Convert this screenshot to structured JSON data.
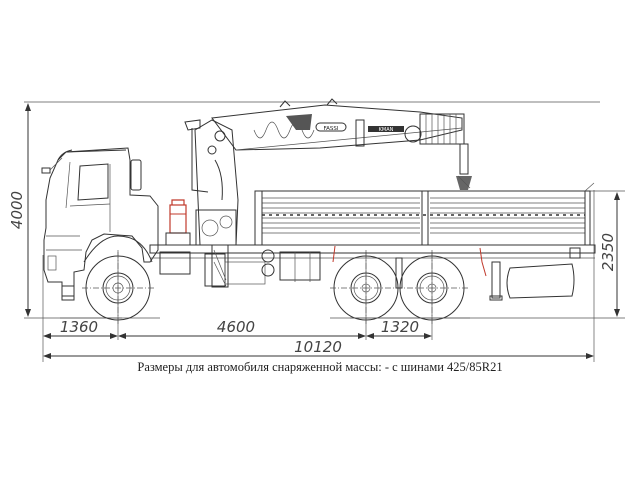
{
  "diagram": {
    "subject": "KAMAZ 6x6 flatbed truck with loader crane — side view",
    "dimensions": {
      "overall_height": "4000",
      "platform_height": "2350",
      "front_overhang": "1360",
      "wheelbase": "4600",
      "rear_axle_spacing": "1320",
      "overall_length": "10120"
    },
    "crane_labels": [
      "FASSI",
      "KMAN"
    ],
    "caption": "Размеры для автомобиля снаряженной массы: - с шинами 425/85R21",
    "colors": {
      "line": "#333333",
      "accent_red": "#c0392b",
      "background": "#ffffff"
    }
  }
}
